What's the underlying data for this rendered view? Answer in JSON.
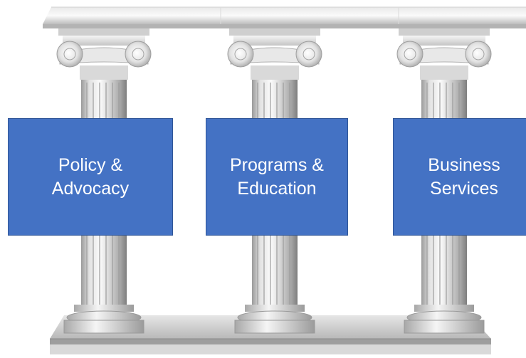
{
  "colors": {
    "box_fill": "#4472c4",
    "box_border": "#2f5597",
    "box_text": "#ffffff",
    "marble_light": "#f4f4f4",
    "marble_mid": "#d0d0d0",
    "marble_dark": "#8c8c8c"
  },
  "pillars": [
    {
      "label": "Policy &\nAdvocacy"
    },
    {
      "label": "Programs &\nEducation"
    },
    {
      "label": "Business\nServices"
    }
  ]
}
